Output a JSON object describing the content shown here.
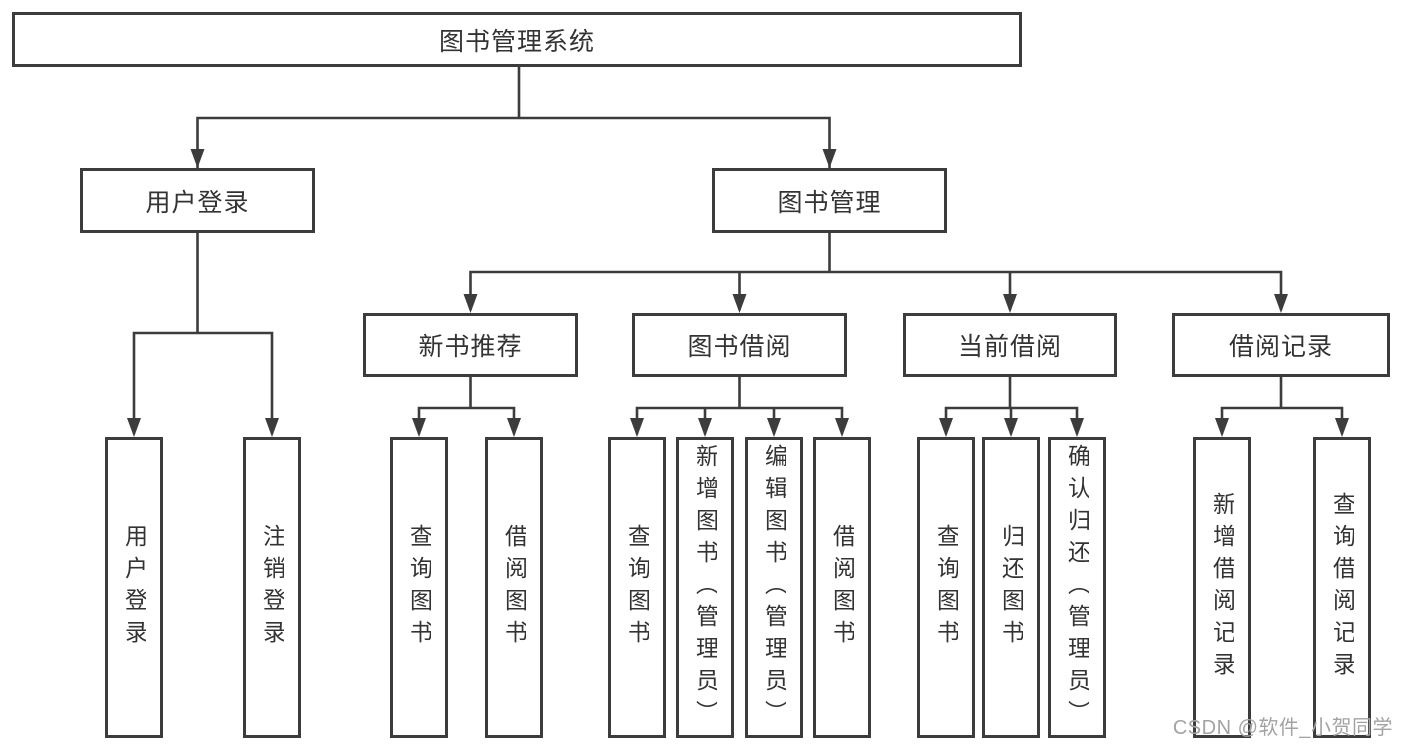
{
  "diagram": {
    "type": "function-structure-tree",
    "root": {
      "label": "图书管理系统",
      "children": [
        {
          "label": "用户登录",
          "children": [
            {
              "label": "用户登录"
            },
            {
              "label": "注销登录"
            }
          ]
        },
        {
          "label": "图书管理",
          "children": [
            {
              "label": "新书推荐",
              "children": [
                {
                  "label": "查询图书"
                },
                {
                  "label": "借阅图书"
                }
              ]
            },
            {
              "label": "图书借阅",
              "children": [
                {
                  "label": "查询图书"
                },
                {
                  "label": "新增图书（管理员）"
                },
                {
                  "label": "编辑图书（管理员）"
                },
                {
                  "label": "借阅图书"
                }
              ]
            },
            {
              "label": "当前借阅",
              "children": [
                {
                  "label": "查询图书"
                },
                {
                  "label": "归还图书"
                },
                {
                  "label": "确认归还（管理员）"
                }
              ]
            },
            {
              "label": "借阅记录",
              "children": [
                {
                  "label": "新增借阅记录"
                },
                {
                  "label": "查询借阅记录"
                }
              ]
            }
          ]
        }
      ]
    },
    "colors": {
      "line": "#3c3c3c",
      "text": "#333333",
      "background": "#ffffff",
      "watermark": "#a3a3a3"
    }
  },
  "watermark": {
    "text": "CSDN @软件_小贺同学"
  }
}
